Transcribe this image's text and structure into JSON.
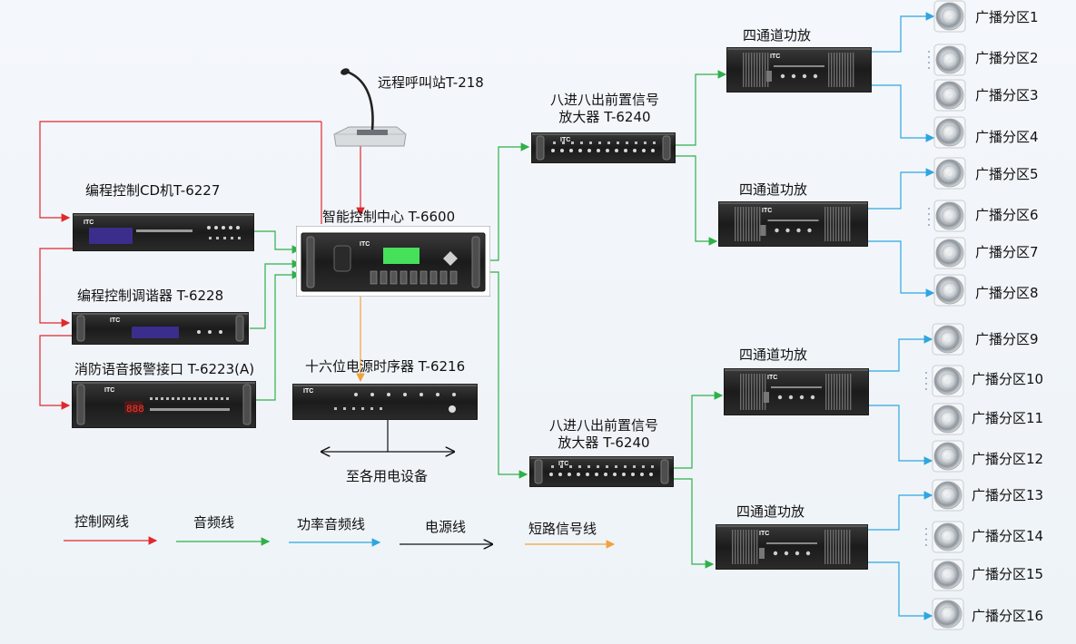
{
  "colors": {
    "control": "#e0282d",
    "audio": "#2fb04a",
    "power_audio": "#2ea6e0",
    "power": "#111111",
    "short_signal": "#f2a23a"
  },
  "devices": {
    "remote_station": "远程呼叫站T-218",
    "cd_player": "编程控制CD机T-6227",
    "tuner": "编程控制调谐器  T-6228",
    "fire_interface": "消防语音报警接口 T-6223(A)",
    "control_center": "智能控制中心 T-6600",
    "sequencer": "十六位电源时序器  T-6216",
    "power_to": "至各用电设备",
    "preamp_top_line1": "八进八出前置信号",
    "preamp_top_line2": "放大器 T-6240",
    "preamp_bottom_line1": "八进八出前置信号",
    "preamp_bottom_line2": "放大器 T-6240",
    "amp_label": "四通道功放"
  },
  "zones": [
    "广播分区1",
    "广播分区2",
    "广播分区3",
    "广播分区4",
    "广播分区5",
    "广播分区6",
    "广播分区7",
    "广播分区8",
    "广播分区9",
    "广播分区10",
    "广播分区11",
    "广播分区12",
    "广播分区13",
    "广播分区14",
    "广播分区15",
    "广播分区16"
  ],
  "legend": [
    {
      "label": "控制网线",
      "color_key": "control"
    },
    {
      "label": "音频线",
      "color_key": "audio"
    },
    {
      "label": "功率音频线",
      "color_key": "power_audio"
    },
    {
      "label": "电源线",
      "color_key": "power"
    },
    {
      "label": "短路信号线",
      "color_key": "short_signal"
    }
  ]
}
